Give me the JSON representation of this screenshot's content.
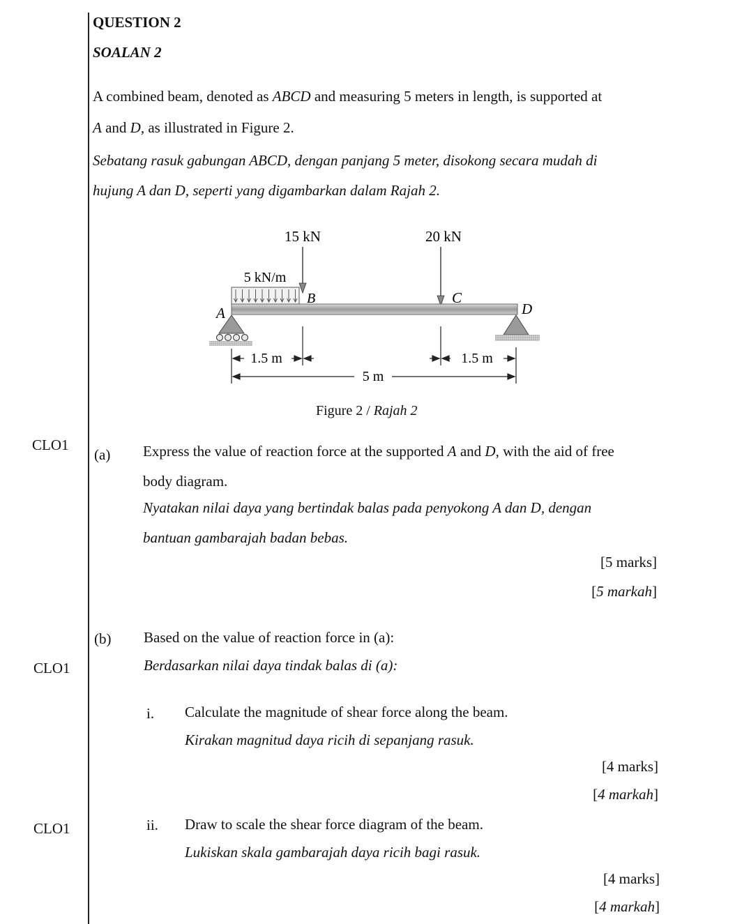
{
  "header": {
    "title": "QUESTION 2",
    "title_ms": "SOALAN 2"
  },
  "intro": {
    "line1_a": "A combined beam, denoted as ",
    "line1_b": "ABCD",
    "line1_c": " and measuring 5 meters in length, is supported at",
    "line2_a": "A",
    "line2_b": " and ",
    "line2_c": "D",
    "line2_d": ", as illustrated in Figure 2.",
    "ms_line1": "Sebatang rasuk gabungan ABCD, dengan panjang 5 meter, disokong secara mudah di",
    "ms_line2": "hujung A dan D, seperti yang digambarkan dalam Rajah 2."
  },
  "figure": {
    "load_b": "15 kN",
    "load_c": "20 kN",
    "udl": "5 kN/m",
    "point_a": "A",
    "point_b": "B",
    "point_c": "C",
    "point_d": "D",
    "dim_ab": "1.5 m",
    "dim_cd": "1.5 m",
    "dim_total": "5 m",
    "caption": "Figure 2 / ",
    "caption_ms": "Rajah 2"
  },
  "part_a": {
    "clo": "CLO1",
    "label": "(a)",
    "line1_a": "Express the value of reaction force at the supported ",
    "line1_b": "A",
    "line1_c": " and ",
    "line1_d": "D",
    "line1_e": ", with the aid of free",
    "line2": "body diagram.",
    "ms_line1": "Nyatakan nilai daya yang bertindak balas pada penyokong A dan D, dengan",
    "ms_line2": "bantuan gambarajah badan bebas.",
    "marks": "[5 marks]",
    "marks_ms_a": "[",
    "marks_ms_b": "5 markah",
    "marks_ms_c": "]"
  },
  "part_b": {
    "clo": "CLO1",
    "label": "(b)",
    "text": "Based on the value of reaction force in (a):",
    "text_ms": "Berdasarkan nilai daya tindak balas di (a):",
    "sub_i": {
      "label": "i.",
      "text": "Calculate the magnitude of shear force along the beam.",
      "text_ms": "Kirakan magnitud daya ricih di sepanjang rasuk.",
      "marks": "[4 marks]",
      "marks_ms_a": "[",
      "marks_ms_b": "4 markah",
      "marks_ms_c": "]"
    },
    "sub_ii": {
      "clo": "CLO1",
      "label": "ii.",
      "text": "Draw to scale the shear force diagram of the beam.",
      "text_ms": "Lukiskan skala gambarajah daya ricih bagi rasuk.",
      "marks": "[4 marks]",
      "marks_ms_a": "[",
      "marks_ms_b": "4 markah",
      "marks_ms_c": "]"
    }
  }
}
